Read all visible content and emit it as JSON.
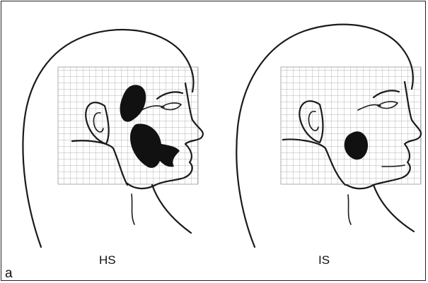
{
  "panel_letter": "a",
  "figures": [
    {
      "caption": "HS"
    },
    {
      "caption": "IS"
    }
  ],
  "colors": {
    "ink": "#111111",
    "grid": "#9a9a9a",
    "background": "#ffffff"
  }
}
